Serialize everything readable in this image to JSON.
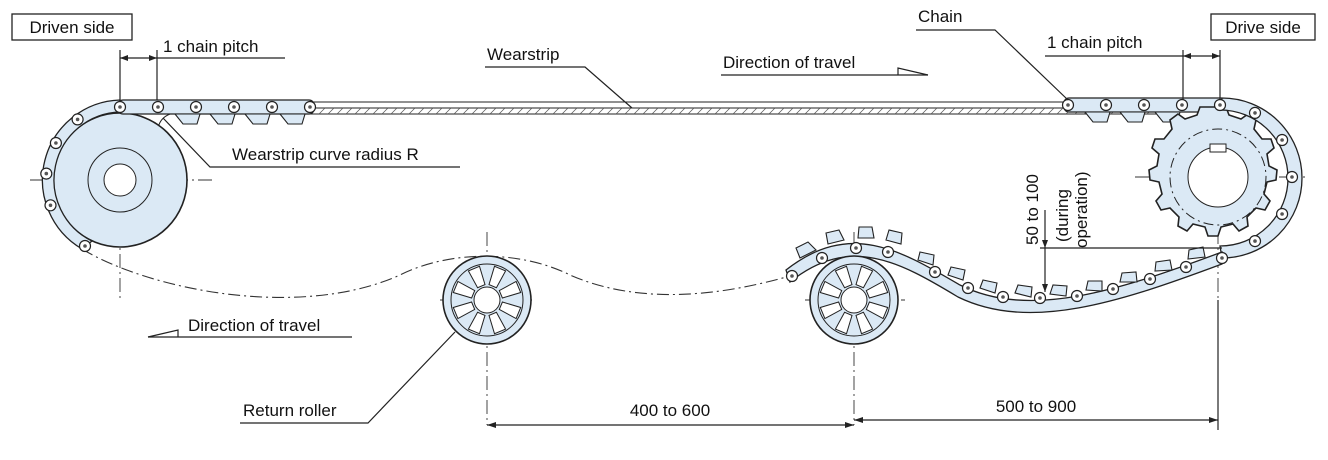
{
  "labels": {
    "driven_side": "Driven side",
    "drive_side": "Drive side",
    "chain_pitch_left": "1 chain pitch",
    "chain_pitch_right": "1 chain pitch",
    "wearstrip": "Wearstrip",
    "direction_top": "Direction of travel",
    "direction_bottom": "Direction of travel",
    "chain": "Chain",
    "wearstrip_curve": "Wearstrip curve radius R",
    "sag_value": "50 to 100",
    "sag_note_1": "(during",
    "sag_note_2": "operation)",
    "return_roller": "Return roller",
    "dim_roller_spacing": "400 to 600",
    "dim_drive_spacing": "500 to 900"
  },
  "colors": {
    "part_fill": "#dbe9f5",
    "line": "#222222"
  }
}
